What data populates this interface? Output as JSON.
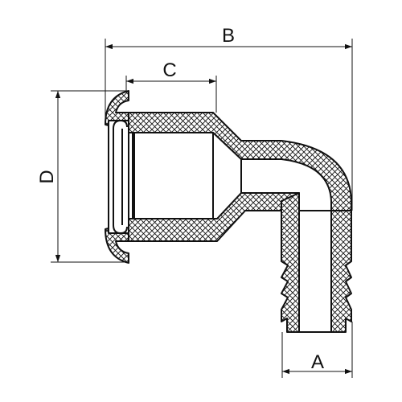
{
  "colors": {
    "line": "#111111",
    "background": "#ffffff",
    "fill": "#ffffff"
  },
  "labels": {
    "A": "A",
    "B": "B",
    "C": "C",
    "D": "D"
  }
}
